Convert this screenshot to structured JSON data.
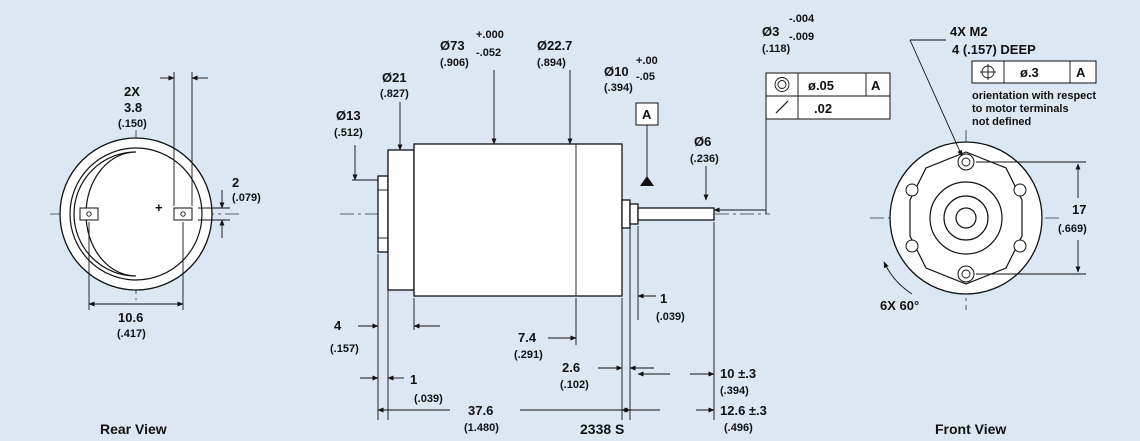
{
  "colors": {
    "background": "#dbe8f4",
    "ink": "#111111",
    "part_fill": "#ffffff"
  },
  "views": {
    "rear": {
      "title": "Rear View"
    },
    "side": {
      "title": "2338 S"
    },
    "front": {
      "title": "Front View"
    }
  },
  "rear": {
    "d_2x": "2X",
    "d_3_8": "3.8",
    "d_3_8_in": "(.150)",
    "d_2": "2",
    "d_2_in": "(.079)",
    "d_10_6": "10.6",
    "d_10_6_in": "(.417)"
  },
  "side": {
    "d13": "Ø13",
    "d13_in": "(.512)",
    "d21": "Ø21",
    "d21_in": "(.827)",
    "d73": "Ø73",
    "d73_tol_up": "+.000",
    "d73_tol_dn": "-.052",
    "d73_in": "(.906)",
    "d22_7": "Ø22.7",
    "d22_7_in": "(.894)",
    "d10": "Ø10",
    "d10_tol_up": "+.00",
    "d10_tol_dn": "-.05",
    "d10_in": "(.394)",
    "datum": "A",
    "d3": "Ø3",
    "d3_tol_up": "-.004",
    "d3_tol_dn": "-.009",
    "d3_in": "(.118)",
    "fcf_circ_val": "ø.05",
    "fcf_circ_datum": "A",
    "fcf_runout_val": ".02",
    "d6": "Ø6",
    "d6_in": "(.236)",
    "d1_shaft": "1",
    "d1_shaft_in": "(.039)",
    "d4": "4",
    "d4_in": "(.157)",
    "d7_4": "7.4",
    "d7_4_in": "(.291)",
    "d2_6": "2.6",
    "d2_6_in": "(.102)",
    "d10_3": "10 ±.3",
    "d10_3_in": "(.394)",
    "d1": "1",
    "d1_in": "(.039)",
    "d37_6": "37.6",
    "d37_6_in": "(1.480)",
    "d12_6": "12.6 ±.3",
    "d12_6_in": "(.496)"
  },
  "front": {
    "holes": "4X M2",
    "depth": "4 (.157) DEEP",
    "fcf_val": "ø.3",
    "fcf_datum": "A",
    "note_1": "orientation with respect",
    "note_2": "to motor terminals",
    "note_3": "not defined",
    "d17": "17",
    "d17_in": "(.669)",
    "angle": "6X 60°"
  }
}
